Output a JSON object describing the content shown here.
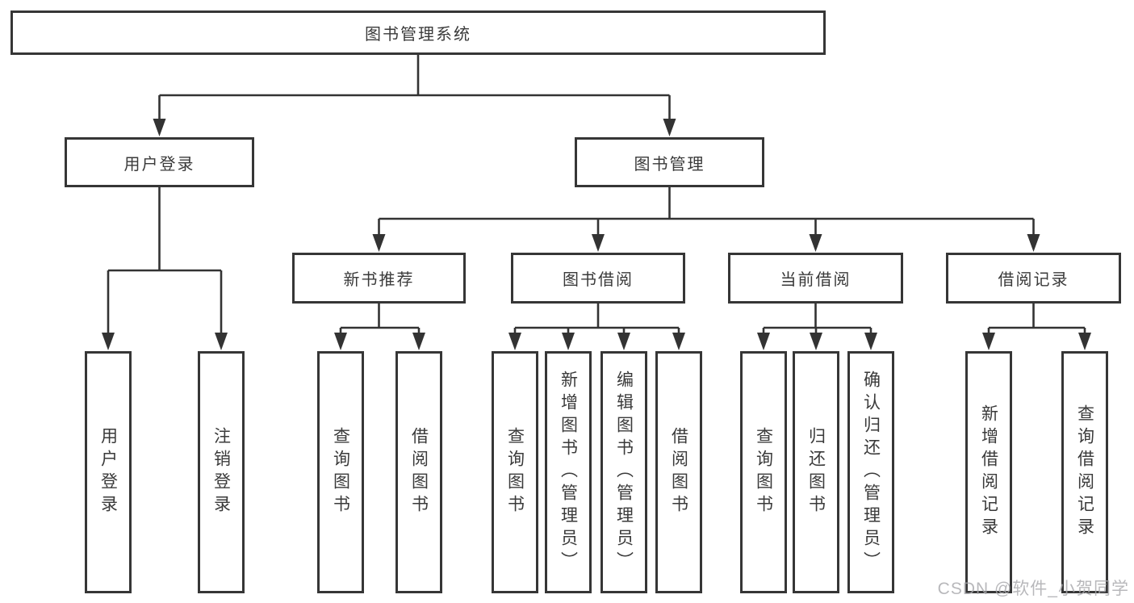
{
  "diagram": {
    "type": "hierarchy-structure-chart",
    "line_color": "#333333",
    "text_color": "#3a3a3a",
    "watermark_color": "#a8a8ac",
    "tree": {
      "root": {
        "label": "图书管理系统",
        "children": [
          {
            "label": "用户登录",
            "children": [
              {
                "label": "用户登录"
              },
              {
                "label": "注销登录"
              }
            ]
          },
          {
            "label": "图书管理",
            "children": [
              {
                "label": "新书推荐",
                "children": [
                  {
                    "label": "查询图书"
                  },
                  {
                    "label": "借阅图书"
                  }
                ]
              },
              {
                "label": "图书借阅",
                "children": [
                  {
                    "label": "查询图书"
                  },
                  {
                    "label": "新增图书（管理员）"
                  },
                  {
                    "label": "编辑图书（管理员）"
                  },
                  {
                    "label": "借阅图书"
                  }
                ]
              },
              {
                "label": "当前借阅",
                "children": [
                  {
                    "label": "查询图书"
                  },
                  {
                    "label": "归还图书"
                  },
                  {
                    "label": "确认归还（管理员）"
                  }
                ]
              },
              {
                "label": "借阅记录",
                "children": [
                  {
                    "label": "新增借阅记录"
                  },
                  {
                    "label": "查询借阅记录"
                  }
                ]
              }
            ]
          }
        ]
      }
    }
  },
  "watermark": {
    "text": "CSDN @软件_小贺同学"
  }
}
